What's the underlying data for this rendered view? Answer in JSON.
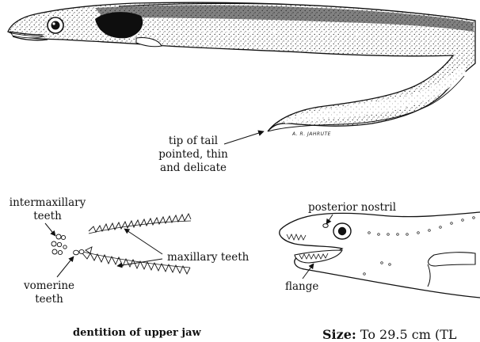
{
  "labels": {
    "tail_tip": [
      "tip of tail",
      "pointed, thin",
      "and delicate"
    ],
    "intermaxillary": [
      "intermaxillary",
      "teeth"
    ],
    "vomerine": [
      "vomerine",
      "teeth"
    ],
    "maxillary": "maxillary teeth",
    "posterior_nostril": "posterior nostril",
    "flange": "flange",
    "dentition_caption": "dentition of upper jaw",
    "size_label": "Size:",
    "size_value": "To 29.5 cm (TL"
  },
  "signature": "A. R. JAHRUTE"
}
